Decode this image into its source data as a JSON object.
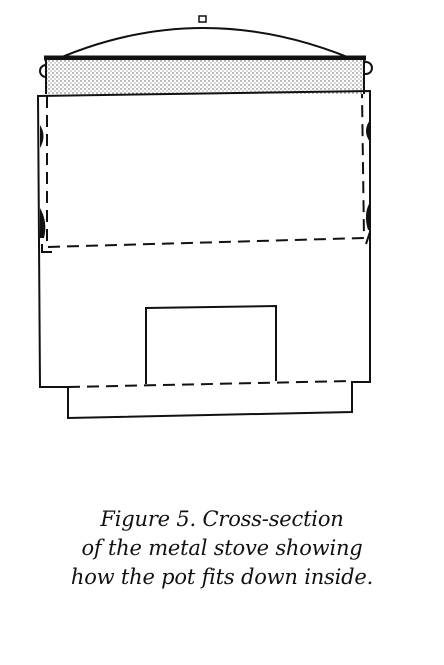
{
  "figure": {
    "caption_lines": [
      "Figure 5. Cross-section",
      "of the metal stove showing",
      "how the pot fits down inside."
    ],
    "ink_color": "#111111",
    "lid_shade_color": "#cccccc"
  }
}
